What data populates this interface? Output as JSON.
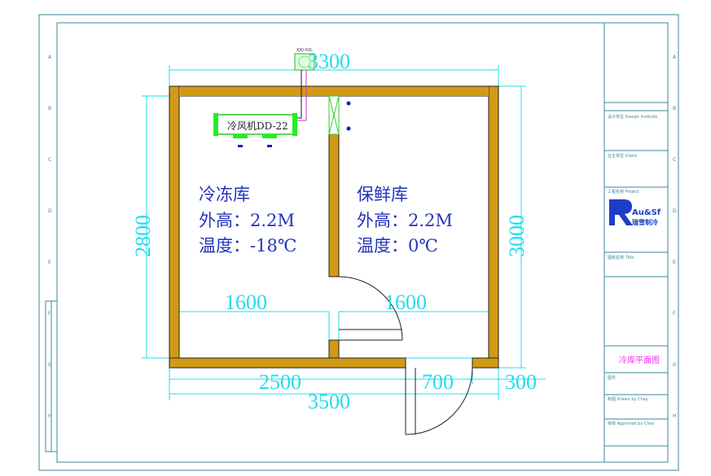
{
  "drawing": {
    "rooms": [
      {
        "name": "冷冻库",
        "height": "外高：2.2M",
        "temp": "温度：-18℃"
      },
      {
        "name": "保鲜库",
        "height": "外高：2.2M",
        "temp": "温度：0℃"
      }
    ],
    "equipment": {
      "unit_label": "冷风机DD-22",
      "condenser_label": "XJQ-02L"
    },
    "dimensions": {
      "top": "3300",
      "left": "2800",
      "right": "3000",
      "shelf_left": "1600",
      "shelf_right": "1600",
      "bottom_left": "2500",
      "bottom_door": "700",
      "bottom_right": "300",
      "bottom_total": "3500"
    }
  },
  "title_block": {
    "company_brand": "Au&Sf",
    "company_cn": "瑞雪制冷",
    "drawing_title": "冷库平面图",
    "design_unit": "设计单位 Design Institute",
    "client": "业主单位 Client",
    "project": "工程名称 Project",
    "drawing_name": "图纸名称 Title",
    "sheet": "图号",
    "prepared_by": "制图 Drawn by Chey",
    "approved_by": "审核 Approved by Chey"
  },
  "border": {
    "rows": [
      "A",
      "B",
      "C",
      "D",
      "E",
      "F",
      "G",
      "H"
    ]
  }
}
